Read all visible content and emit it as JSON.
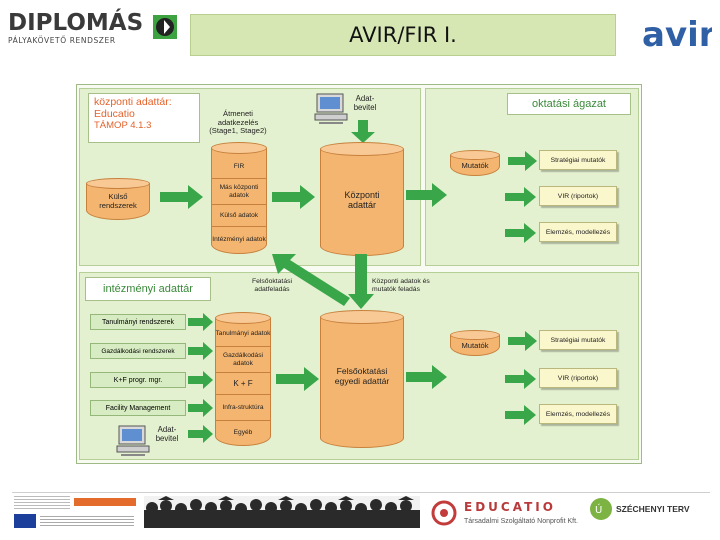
{
  "header": {
    "title": "AVIR/FIR I.",
    "logo_left_line1": "DIPLOMÁS",
    "logo_left_line2": "PÁLYAKÖVETŐ RENDSZER",
    "logo_right": "avir"
  },
  "top_panel": {
    "title_line1": "központi adattár:",
    "title_line2": "Educatio",
    "title_line3": "TÁMOP 4.1.3",
    "staging_line1": "Átmeneti",
    "staging_line2": "adatkezelés",
    "staging_line3": "(Stage1, Stage2)",
    "input_label_line1": "Adat-",
    "input_label_line2": "bevitel",
    "external_line1": "Külső",
    "external_line2": "rendszerek",
    "staging_segments": [
      "FIR",
      "Más központi adatok",
      "Külső adatok",
      "Intézményi adatok"
    ],
    "central_line1": "Központi",
    "central_line2": "adattár"
  },
  "sector_panel": {
    "title": "oktatási ágazat",
    "mutatok": "Mutatók",
    "outputs": [
      "Stratégiai mutatók",
      "VIR (riportok)",
      "Elemzés, modellezés"
    ]
  },
  "middle_notes": {
    "up_line1": "Felsőoktatási",
    "up_line2": "adatfeladás",
    "down_line1": "Központi adatok és",
    "down_line2": "mutatók feladás"
  },
  "bottom_panel": {
    "title": "intézményi adattár",
    "systems": [
      "Tanulmányi rendszerek",
      "Gazdálkodási rendszerek",
      "K+F progr. mgr.",
      "Facility Management"
    ],
    "input_label_line1": "Adat-",
    "input_label_line2": "bevitel",
    "segments": [
      "Tanulmányi adatok",
      "Gazdálkodási adatok",
      "K + F",
      "Infra-struktúra",
      "Egyéb"
    ],
    "central_line1": "Felsőoktatási",
    "central_line2": "egyedi adattár",
    "mutatok": "Mutatók",
    "outputs": [
      "Stratégiai mutatók",
      "VIR (riportok)",
      "Elemzés, modellezés"
    ]
  },
  "footer": {
    "educatio": "EDUCATIO",
    "educatio_sub": "Társadalmi Szolgáltató Nonprofit Kft.",
    "szechenyi": "SZÉCHENYI TERV"
  },
  "colors": {
    "panel": "#e4f1d0",
    "arrow": "#3aa64a",
    "cylinder": "#f4b570",
    "output_box": "#fbf7cd",
    "title_bar": "#d6e7b4"
  }
}
